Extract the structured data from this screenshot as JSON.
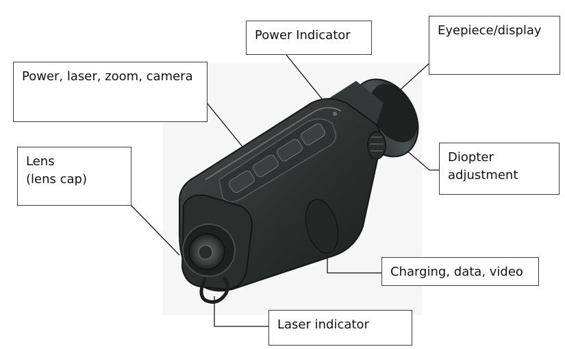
{
  "labels": {
    "power_indicator": "Power Indicator",
    "eyepiece_display": "Eyepiece/display",
    "buttons": "Power, laser, zoom,  camera",
    "diopter": "Diopter\nadjustment",
    "lens": "Lens\n(lens cap)",
    "charging": "Charging, data, video",
    "laser_indicator": "Laser indicator"
  },
  "colors": {
    "body_dark": "#2a2c2c",
    "body_mid": "#3b3e3e",
    "highlight": "#5a5e5e",
    "background_panel": "#f2f2f2",
    "leader_line": "#111111"
  }
}
